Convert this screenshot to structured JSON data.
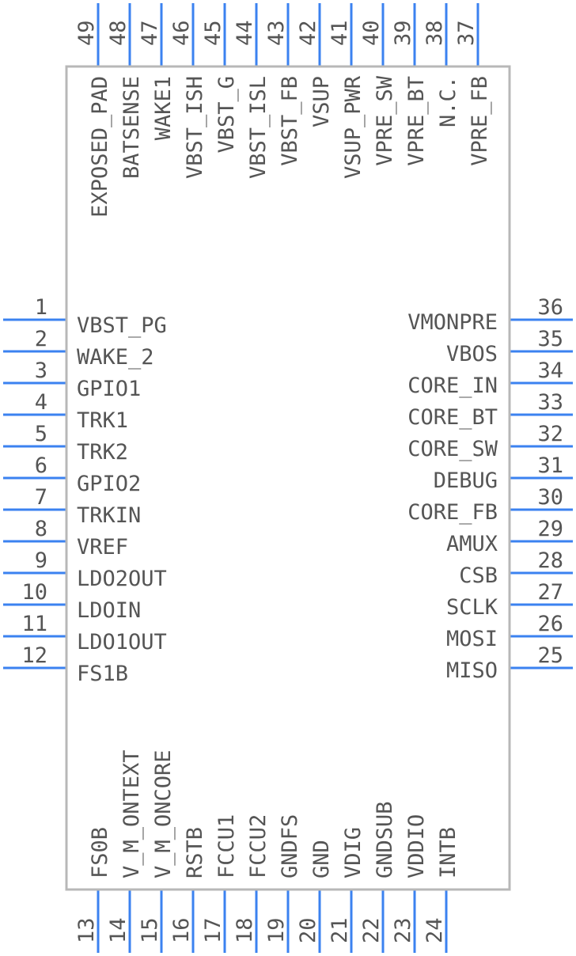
{
  "component": {
    "colors": {
      "pin": "#3b82f0",
      "body_stroke": "#b8b8b8",
      "text": "#555555"
    },
    "left_pins": [
      {
        "number": "1",
        "name": "VBST_PG"
      },
      {
        "number": "2",
        "name": "WAKE_2"
      },
      {
        "number": "3",
        "name": "GPIO1"
      },
      {
        "number": "4",
        "name": "TRK1"
      },
      {
        "number": "5",
        "name": "TRK2"
      },
      {
        "number": "6",
        "name": "GPIO2"
      },
      {
        "number": "7",
        "name": "TRKIN"
      },
      {
        "number": "8",
        "name": "VREF"
      },
      {
        "number": "9",
        "name": "LDO2OUT"
      },
      {
        "number": "10",
        "name": "LDOIN"
      },
      {
        "number": "11",
        "name": "LDO1OUT"
      },
      {
        "number": "12",
        "name": "FS1B"
      }
    ],
    "bottom_pins": [
      {
        "number": "13",
        "name": "FS0B"
      },
      {
        "number": "14",
        "name": "V_M_ONTEXT"
      },
      {
        "number": "15",
        "name": "V_M_ONCORE"
      },
      {
        "number": "16",
        "name": "RSTB"
      },
      {
        "number": "17",
        "name": "FCCU1"
      },
      {
        "number": "18",
        "name": "FCCU2"
      },
      {
        "number": "19",
        "name": "GNDFS"
      },
      {
        "number": "20",
        "name": "GND"
      },
      {
        "number": "21",
        "name": "VDIG"
      },
      {
        "number": "22",
        "name": "GNDSUB"
      },
      {
        "number": "23",
        "name": "VDDIO"
      },
      {
        "number": "24",
        "name": "INTB"
      }
    ],
    "right_pins": [
      {
        "number": "25",
        "name": "MISO"
      },
      {
        "number": "26",
        "name": "MOSI"
      },
      {
        "number": "27",
        "name": "SCLK"
      },
      {
        "number": "28",
        "name": "CSB"
      },
      {
        "number": "29",
        "name": "AMUX"
      },
      {
        "number": "30",
        "name": "CORE_FB"
      },
      {
        "number": "31",
        "name": "DEBUG"
      },
      {
        "number": "32",
        "name": "CORE_SW"
      },
      {
        "number": "33",
        "name": "CORE_BT"
      },
      {
        "number": "34",
        "name": "CORE_IN"
      },
      {
        "number": "35",
        "name": "VBOS"
      },
      {
        "number": "36",
        "name": "VMONPRE"
      }
    ],
    "top_pins": [
      {
        "number": "37",
        "name": "VPRE_FB"
      },
      {
        "number": "38",
        "name": "N.C."
      },
      {
        "number": "39",
        "name": "VPRE_BT"
      },
      {
        "number": "40",
        "name": "VPRE_SW"
      },
      {
        "number": "41",
        "name": "VSUP_PWR"
      },
      {
        "number": "42",
        "name": "VSUP"
      },
      {
        "number": "43",
        "name": "VBST_FB"
      },
      {
        "number": "44",
        "name": "VBST_ISL"
      },
      {
        "number": "45",
        "name": "VBST_G"
      },
      {
        "number": "46",
        "name": "VBST_ISH"
      },
      {
        "number": "47",
        "name": "WAKE1"
      },
      {
        "number": "48",
        "name": "BATSENSE"
      },
      {
        "number": "49",
        "name": "EXPOSED_PAD"
      }
    ]
  }
}
